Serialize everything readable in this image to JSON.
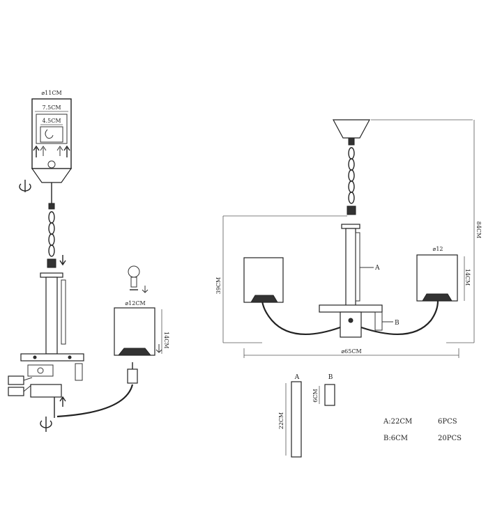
{
  "assembly": {
    "canopy_diameter": "⌀11CM",
    "bracket_width": "7.5CM",
    "bracket_inner": "4.5CM",
    "shade_diameter": "⌀12CM",
    "shade_height": "14CM"
  },
  "fixture": {
    "total_height": "84CM",
    "arm_height": "39CM",
    "shade_diameter": "⌀12",
    "shade_height": "14CM",
    "total_width": "⌀65CM",
    "rod_a_label": "A",
    "rod_b_label": "B"
  },
  "parts": {
    "a_label": "A",
    "a_length": "22CM",
    "b_label": "B",
    "b_length": "6CM",
    "a_spec": "A:22CM",
    "a_qty": "6PCS",
    "b_spec": "B:6CM",
    "b_qty": "20PCS"
  }
}
